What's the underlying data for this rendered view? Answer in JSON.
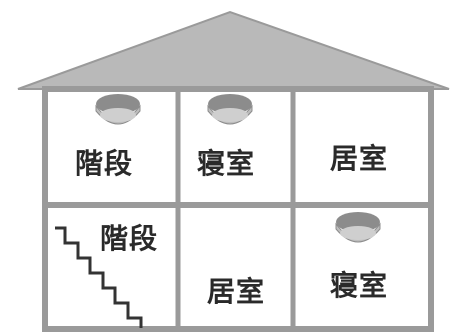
{
  "colors": {
    "roof": "#b9b9b9",
    "wall": "#ffffff",
    "frame": "#9a9a9a",
    "detector_top": "#8c8c8c",
    "detector_body": "#bdbdbd",
    "text": "#2a2a2a"
  },
  "rooms": {
    "upper": {
      "left": {
        "label": "階段",
        "has_detector": true
      },
      "middle": {
        "label": "寝室",
        "has_detector": true
      },
      "right": {
        "label": "居室",
        "has_detector": false
      }
    },
    "lower": {
      "left": {
        "label": "階段",
        "has_detector": false,
        "has_stairs": true
      },
      "middle": {
        "label": "居室",
        "has_detector": false
      },
      "right": {
        "label": "寝室",
        "has_detector": true
      }
    }
  },
  "icons": [
    "smoke-detector-icon",
    "staircase-icon"
  ]
}
